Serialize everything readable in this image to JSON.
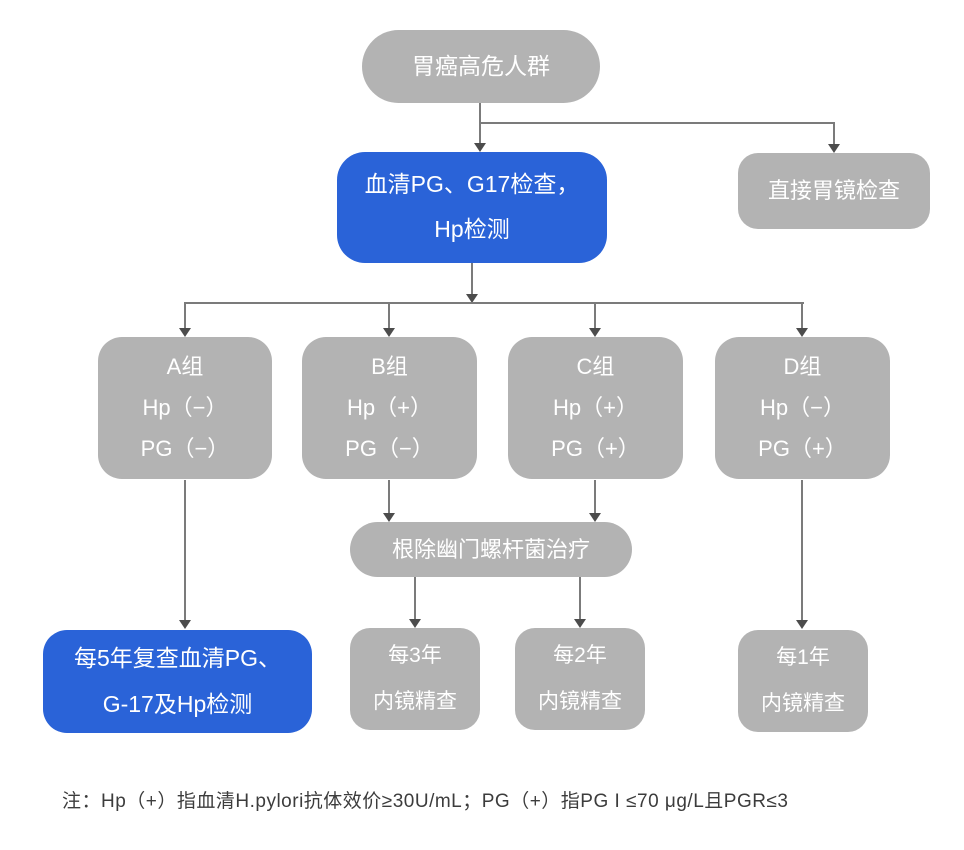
{
  "colors": {
    "node_gray": "#b3b3b3",
    "node_blue": "#2a63d8",
    "connector_line": "#7b7b7b",
    "arrowhead": "#4c4c4c",
    "node_text": "#ffffff",
    "note_text": "#3c3c3c",
    "background": "#ffffff"
  },
  "chart_type": "flowchart",
  "nodes": {
    "high_risk": {
      "label": "胃癌高危人群"
    },
    "serum_test": {
      "line1": "血清PG、G17检查，",
      "line2": "Hp检测"
    },
    "direct_gastroscopy": {
      "label": "直接胃镜检查"
    },
    "group_a": {
      "line1": "A组",
      "line2": "Hp（−）",
      "line3": "PG（−）"
    },
    "group_b": {
      "line1": "B组",
      "line2": "Hp（+）",
      "line3": "PG（−）"
    },
    "group_c": {
      "line1": "C组",
      "line2": "Hp（+）",
      "line3": "PG（+）"
    },
    "group_d": {
      "line1": "D组",
      "line2": "Hp（−）",
      "line3": "PG（+）"
    },
    "eradication": {
      "label": "根除幽门螺杆菌治疗"
    },
    "review_5y": {
      "line1": "每5年复查血清PG、",
      "line2": "G-17及Hp检测"
    },
    "endoscopy_3y": {
      "line1": "每3年",
      "line2": "内镜精查"
    },
    "endoscopy_2y": {
      "line1": "每2年",
      "line2": "内镜精查"
    },
    "endoscopy_1y": {
      "line1": "每1年",
      "line2": "内镜精查"
    }
  },
  "edges": [
    "胃癌高危人群 → 血清PG、G17检查，Hp检测",
    "胃癌高危人群 → 直接胃镜检查",
    "血清PG、G17检查，Hp检测 → A组/B组/C组/D组",
    "A组 → 每5年复查血清PG、G-17及Hp检测",
    "B组 → 根除幽门螺杆菌治疗",
    "C组 → 根除幽门螺杆菌治疗",
    "根除幽门螺杆菌治疗 → 每3年内镜精查",
    "根除幽门螺杆菌治疗 → 每2年内镜精查",
    "D组 → 每1年内镜精查"
  ],
  "note": "注：Hp（+）指血清H.pylori抗体效价≥30U/mL；PG（+）指PG I ≤70 μg/L且PGR≤3"
}
